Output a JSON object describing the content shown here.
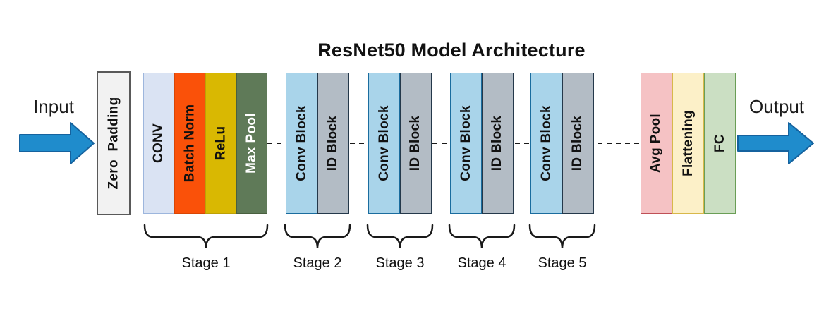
{
  "title": "ResNet50 Model Architecture",
  "io": {
    "input": "Input",
    "output": "Output"
  },
  "blocks": {
    "zero_padding": "Zero Padding",
    "conv": "CONV",
    "batch_norm": "Batch Norm",
    "relu": "ReLu",
    "max_pool": "Max Pool",
    "conv_block": "Conv Block",
    "id_block": "ID Block",
    "avg_pool": "Avg Pool",
    "flattening": "Flattening",
    "fc": "FC"
  },
  "stages": [
    "Stage 1",
    "Stage 2",
    "Stage 3",
    "Stage 4",
    "Stage 5"
  ],
  "icons": {
    "input_arrow": "right-arrow-icon",
    "output_arrow": "right-arrow-icon"
  },
  "colors": {
    "arrow_fill": "#1f8ccc",
    "arrow_border": "#15629e",
    "zero_padding_fill": "#f2f2f2",
    "zero_padding_border": "#595959",
    "conv_fill": "#dae3f3",
    "batch_norm_fill": "#fa5109",
    "relu_fill": "#d9b802",
    "max_pool_fill": "#5f7a58",
    "conv_block_fill": "#a9d4ea",
    "conv_block_border": "#1a6c9e",
    "id_block_fill": "#b3bcc5",
    "id_block_border": "#24384a",
    "avg_pool_fill": "#f5c2c4",
    "avg_pool_border": "#bf5056",
    "flattening_fill": "#fcf0c8",
    "flattening_border": "#d8b84a",
    "fc_fill": "#cbdfc3",
    "fc_border": "#6a9e56",
    "dashed_line": "#1a1a1a"
  }
}
